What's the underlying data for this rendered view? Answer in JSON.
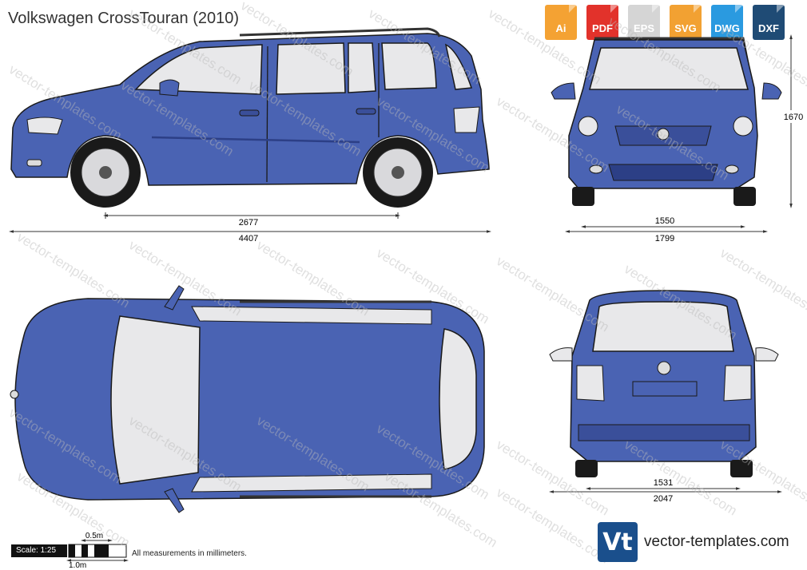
{
  "title": "Volkswagen CrossTouran (2010)",
  "formats": [
    {
      "label": "Ai",
      "color": "#f4a233"
    },
    {
      "label": "PDF",
      "color": "#e2322b"
    },
    {
      "label": "EPS",
      "color": "#d5d5d5"
    },
    {
      "label": "SVG",
      "color": "#f2a132"
    },
    {
      "label": "DWG",
      "color": "#2a9ae0"
    },
    {
      "label": "DXF",
      "color": "#1f4b75"
    }
  ],
  "dimensions": {
    "wheelbase": "2677",
    "length": "4407",
    "front_track": "1550",
    "width": "1799",
    "height": "1670",
    "rear_track": "1531",
    "width_mirrors": "2047"
  },
  "scale": {
    "label": "Scale: 1:25",
    "half_meter": "0.5m",
    "one_meter": "1.0m"
  },
  "footnote": "All measurements in millimeters.",
  "watermark": "vector-templates.com",
  "logo": {
    "mark": "Vt",
    "text": "vector-templates.com"
  },
  "colors": {
    "body": "#4a63b3",
    "body_dark": "#2c3f86",
    "glass": "#e8e8ea",
    "outline": "#1a1a1a"
  }
}
